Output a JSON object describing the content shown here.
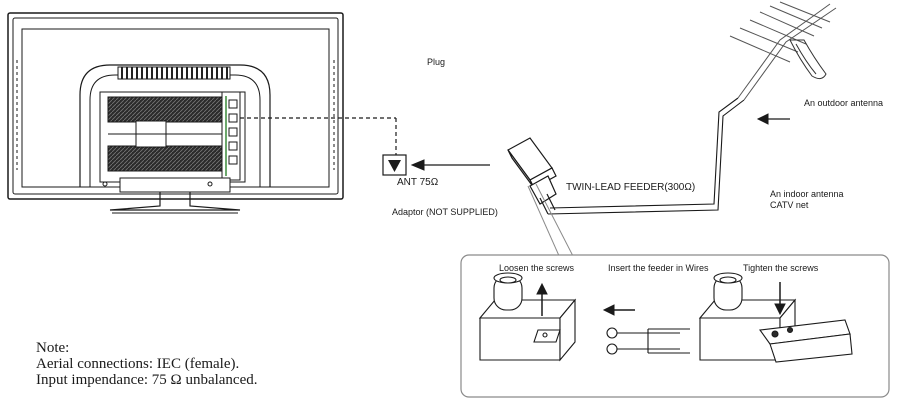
{
  "labels": {
    "plug": "Plug",
    "outdoor_antenna": "An outdoor antenna",
    "ant_75": "ANT 75Ω",
    "twin_lead_feeder": "TWIN-LEAD FEEDER(300Ω)",
    "indoor_antenna": "An indoor antenna",
    "catv_net": "CATV net",
    "adaptor": "Adaptor  (NOT SUPPLIED)",
    "loosen_screws": "Loosen the screws",
    "insert_feeder": "Insert the feeder in Wires",
    "tighten_screws": "Tighten the screws"
  },
  "note": {
    "heading": "Note:",
    "line1": "Aerial connections: IEC (female).",
    "line2": "Input impendance: 75 Ω unbalanced."
  },
  "colors": {
    "line": "#1a1a1a",
    "grey": "#8a8a8a",
    "dark_fill": "#2b2b2b",
    "green_accent": "#3a8a3a"
  }
}
